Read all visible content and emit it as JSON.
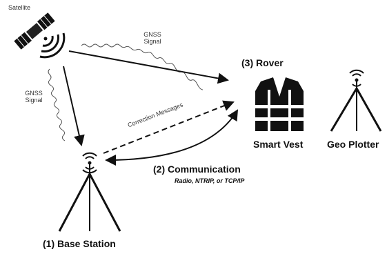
{
  "labels": {
    "satellite": "Satellite",
    "gnss_top_1": "GNSS",
    "gnss_top_2": "Signal",
    "gnss_left_1": "GNSS",
    "gnss_left_2": "Signal",
    "rover": "(3)  Rover",
    "correction": "Correction Messages",
    "smart_vest": "Smart Vest",
    "geo_plotter": "Geo Plotter",
    "communication": "(2)  Communication",
    "comm_methods": "Radio, NTRIP, or TCP/IP",
    "base_station": "(1)  Base Station"
  },
  "icons": {
    "satellite": "satellite-icon",
    "vest": "safety-vest-icon",
    "tripod_base": "tripod-antenna-icon",
    "tripod_plotter": "tripod-antenna-icon"
  }
}
